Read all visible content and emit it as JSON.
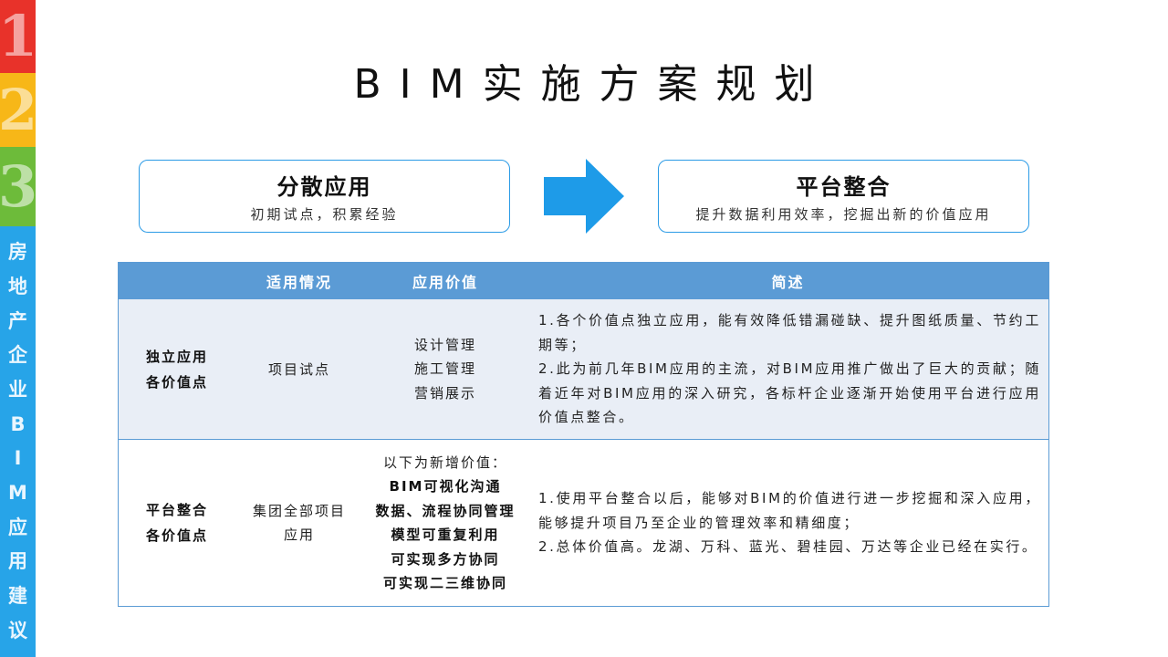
{
  "sidebar": {
    "numbers": [
      "1",
      "2",
      "3"
    ],
    "vertical_text": [
      "房",
      "地",
      "产",
      "企",
      "业",
      "B",
      "I",
      "M",
      "应",
      "用",
      "建",
      "议"
    ],
    "colors": [
      "#e8322a",
      "#f7b718",
      "#6dbb3a",
      "#27a4e8"
    ]
  },
  "title": "BIM实施方案规划",
  "left_box": {
    "title": "分散应用",
    "subtitle": "初期试点，积累经验"
  },
  "right_box": {
    "title": "平台整合",
    "subtitle": "提升数据利用效率，挖掘出新的价值应用"
  },
  "table": {
    "headers": [
      "",
      "适用情况",
      "应用价值",
      "简述"
    ],
    "rows": [
      {
        "label": [
          "独立应用",
          "各价值点"
        ],
        "scope": [
          "项目试点"
        ],
        "values": [
          "设计管理",
          "施工管理",
          "营销展示"
        ],
        "value_intro": "",
        "desc": [
          "1.各个价值点独立应用，能有效降低错漏碰缺、提升图纸质量、节约工期等；",
          "2.此为前几年BIM应用的主流，对BIM应用推广做出了巨大的贡献；随着近年对BIM应用的深入研究，各标杆企业逐渐开始使用平台进行应用价值点整合。"
        ]
      },
      {
        "label": [
          "平台整合",
          "各价值点"
        ],
        "scope": [
          "集团全部项目",
          "应用"
        ],
        "value_intro": "以下为新增价值：",
        "values": [
          "BIM可视化沟通",
          "数据、流程协同管理",
          "模型可重复利用",
          "可实现多方协同",
          "可实现二三维协同"
        ],
        "desc": [
          "1.使用平台整合以后，能够对BIM的价值进行进一步挖掘和深入应用，能够提升项目乃至企业的管理效率和精细度；",
          "2.总体价值高。龙湖、万科、蓝光、碧桂园、万达等企业已经在实行。"
        ]
      }
    ]
  }
}
